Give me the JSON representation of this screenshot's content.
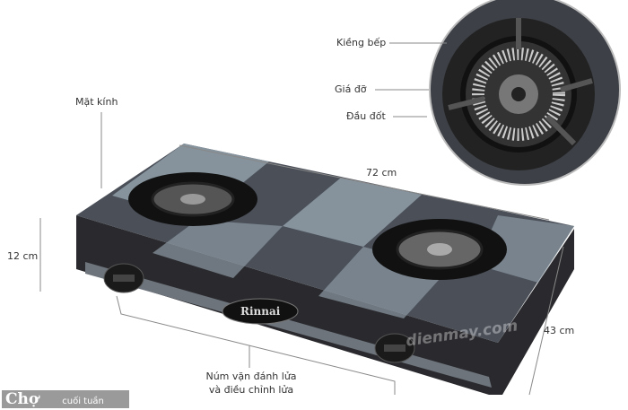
{
  "labels": {
    "trivet": "Kiềng bếp",
    "support": "Giá đỡ",
    "burner_head": "Đầu đốt",
    "glass_top": "Mặt kính",
    "knob_line1": "Núm vặn đánh lửa",
    "knob_line2": "và điều chỉnh lửa"
  },
  "dimensions": {
    "width": "72 cm",
    "height": "12 cm",
    "depth": "43 cm"
  },
  "brand": "Rinnai",
  "watermark": "dienmay.com",
  "logo": {
    "main": "Chợ",
    "sub": "cuối tuần"
  },
  "colors": {
    "glass_dark": "#3c4048",
    "glass_light": "#8a96a0",
    "body": "#2a2a2e",
    "line": "#888888"
  }
}
